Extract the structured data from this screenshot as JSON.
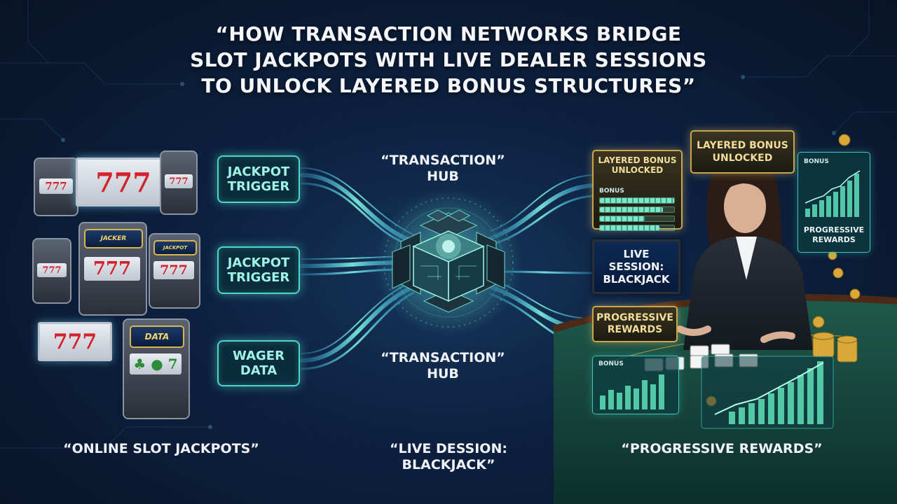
{
  "title": {
    "line1": "“HOW TRANSACTION NETWORKS BRIDGE",
    "line2": "SLOT JACKPOTS WITH LIVE DEALER SESSIONS",
    "line3": "TO UNLOCK LAYERED BONUS STRUCTURES”"
  },
  "inputs": [
    {
      "line1": "JACKPOT",
      "line2": "TRIGGER"
    },
    {
      "line1": "JACKPOT",
      "line2": "TRIGGER"
    },
    {
      "line1": "WAGER",
      "line2": "DATA"
    }
  ],
  "hub": {
    "top": {
      "line1": "“TRANSACTION”",
      "line2": "HUB"
    },
    "bottom": {
      "line1": "“TRANSACTION”",
      "line2": "HUB"
    }
  },
  "slots": {
    "reel_text": "777",
    "signs": [
      "JACKER",
      "JACKPOT",
      "DATA"
    ]
  },
  "right": {
    "bonus_card": {
      "title_line1": "LAYERED BONUS",
      "title_line2": "UNLOCKED",
      "header": "BONUS",
      "levels": [
        1.0,
        0.85,
        0.6,
        0.8
      ]
    },
    "gold_card": {
      "line1": "LAYERED BONUS",
      "line2": "UNLOCKED"
    },
    "progress_card": {
      "header": "BONUS",
      "line1": "PROGRESSIVE",
      "line2": "REWARDS"
    },
    "monitor": {
      "line1": "LIVE SESSION:",
      "line2": "BLACKJACK"
    },
    "rewards_tag": {
      "line1": "PROGRESSIVE",
      "line2": "REWARDS"
    },
    "table_card": {
      "header": "BONUS"
    }
  },
  "bottom_labels": {
    "left": "“ONLINE SLOT JACKPOTS”",
    "center_line1": "“LIVE DESSION:",
    "center_line2": "BLACKJACK”",
    "right": "“PROGRESSIVE REWARDS”"
  },
  "colors": {
    "background": "#0d2140",
    "accent_teal": "#4fd6c8",
    "gold": "#c9a54e",
    "text": "#f0f3f8"
  }
}
